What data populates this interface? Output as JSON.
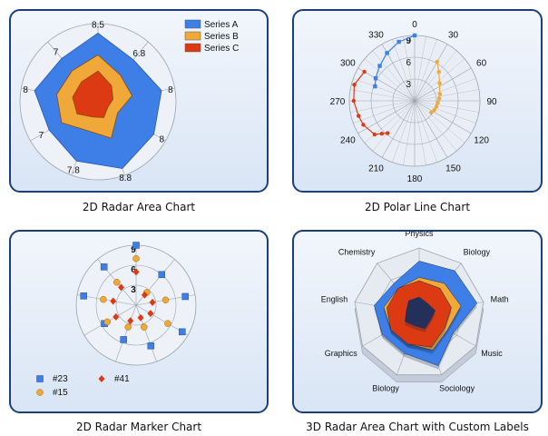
{
  "captions": {
    "c1": "2D Radar Area Chart",
    "c2": "2D Polar Line Chart",
    "c3": "2D Radar Marker Chart",
    "c4": "3D Radar Area Chart with Custom Labels"
  },
  "colors": {
    "panel_border": "#1d3f78",
    "blue": "#3d7fe6",
    "orange": "#f0a838",
    "red": "#dc3a12",
    "grid": "#9aa3ad"
  },
  "chart_data": [
    {
      "type": "radar-area",
      "title": "2D Radar Area Chart",
      "rmax": 9,
      "point_labels_series": "Series A",
      "series": [
        {
          "name": "Series A",
          "color": "#3d7fe6",
          "values": [
            8.5,
            6.8,
            8,
            8,
            8.8,
            7.8,
            7,
            8,
            7
          ]
        },
        {
          "name": "Series B",
          "color": "#f0a838",
          "values": [
            5.8,
            4.3,
            4.3,
            2.8,
            4.8,
            3.8,
            5.2,
            5.2,
            5.0
          ]
        },
        {
          "name": "Series C",
          "color": "#dc3a12",
          "values": [
            3.8,
            2.6,
            1.9,
            1.4,
            2.1,
            2.0,
            3.0,
            3.2,
            3.2
          ]
        }
      ],
      "point_labels": [
        "8.5",
        "6.8",
        "8",
        "8",
        "8.8",
        "7.8",
        "7",
        "8",
        "7"
      ],
      "legend_position": "top-right"
    },
    {
      "type": "polar-line",
      "title": "2D Polar Line Chart",
      "rmax": 9,
      "angle_labels": [
        "0",
        "30",
        "60",
        "90",
        "120",
        "150",
        "180",
        "210",
        "240",
        "270",
        "300",
        "330"
      ],
      "radial_labels": [
        "3",
        "6",
        "9"
      ],
      "series": [
        {
          "color": "#3d7fe6",
          "points": [
            [
              0,
              9
            ],
            [
              345,
              8.4
            ],
            [
              330,
              7.6
            ],
            [
              315,
              6.8
            ],
            [
              300,
              6.2
            ],
            [
              290,
              5.8
            ]
          ]
        },
        {
          "color": "#f0a838",
          "points": [
            [
              30,
              6.2
            ],
            [
              40,
              5.2
            ],
            [
              55,
              4.2
            ],
            [
              75,
              3.6
            ],
            [
              85,
              3.4
            ],
            [
              95,
              3.2
            ],
            [
              105,
              3.1
            ],
            [
              115,
              3.0
            ],
            [
              125,
              2.8
            ]
          ]
        },
        {
          "color": "#dc3a12",
          "points": [
            [
              220,
              5.8
            ],
            [
              225,
              6.4
            ],
            [
              230,
              7.2
            ],
            [
              245,
              7.8
            ],
            [
              255,
              8.0
            ],
            [
              270,
              8.4
            ],
            [
              285,
              8.6
            ],
            [
              300,
              8.0
            ]
          ]
        }
      ]
    },
    {
      "type": "radar-marker",
      "title": "2D Radar Marker Chart",
      "rmax": 9,
      "radial_labels": [
        "3",
        "6",
        "9"
      ],
      "series": [
        {
          "name": "#23",
          "color": "#3d7fe6",
          "marker": "square",
          "values": [
            9,
            6,
            7.5,
            8,
            6.5,
            5.5,
            5.5,
            8,
            7.5
          ]
        },
        {
          "name": "#15",
          "color": "#f0a838",
          "marker": "circle",
          "values": [
            7,
            2.5,
            4.5,
            5.5,
            3.5,
            3.5,
            5,
            5,
            4.5
          ]
        },
        {
          "name": "#41",
          "color": "#dc3a12",
          "marker": "diamond",
          "values": [
            5,
            2,
            2.5,
            2.5,
            2,
            2.5,
            3.5,
            3.5,
            3.5
          ]
        }
      ],
      "legend_position": "bottom-left"
    },
    {
      "type": "radar-area-3d",
      "title": "3D Radar Area Chart with Custom Labels",
      "rmax": 10,
      "categories": [
        "Physics",
        "Biology",
        "Math",
        "Music",
        "Sociology",
        "Biology",
        "Graphics",
        "English",
        "Chemistry"
      ],
      "series": [
        {
          "color": "#3d7fe6",
          "values": [
            8,
            8.5,
            9,
            6,
            8.5,
            6.5,
            6.5,
            7,
            6
          ]
        },
        {
          "color": "#f0a838",
          "values": [
            5.5,
            6,
            6.5,
            5,
            6,
            5,
            5,
            5.5,
            5
          ]
        },
        {
          "color": "#dc3a12",
          "values": [
            5,
            5,
            5,
            4.5,
            5.5,
            5,
            5,
            5,
            5
          ]
        },
        {
          "color": "#23305a",
          "values": [
            2.5,
            2,
            2.5,
            2,
            2.5,
            2,
            2.5,
            2,
            2.5
          ]
        }
      ]
    }
  ]
}
